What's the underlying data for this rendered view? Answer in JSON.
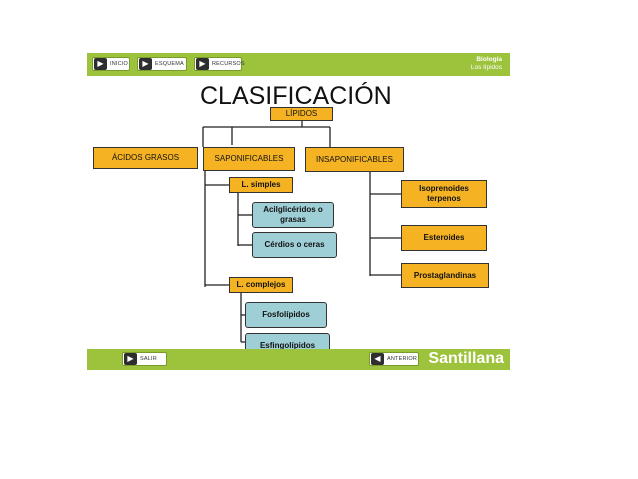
{
  "header": {
    "nav": [
      {
        "label": "INICIO",
        "icon": "play-icon"
      },
      {
        "label": "ESQUEMA",
        "icon": "play-icon"
      },
      {
        "label": "RECURSOS",
        "icon": "play-icon"
      }
    ],
    "subject": "Biología",
    "topic": "Los lípidos"
  },
  "title": "CLASIFICACIÓN",
  "diagram": {
    "root": "LÍPIDOS",
    "acidos_grasos": "ÁCIDOS GRASOS",
    "saponificables": "SAPONIFICABLES",
    "insaponificables": "INSAPONIFICABLES",
    "l_simples": "L. simples",
    "acilgliceridos": "Acilglicéridos o grasas",
    "cerdios": "Cérdios o ceras",
    "l_complejos": "L. complejos",
    "fosfolipidos": "Fosfolípidos",
    "esfingolipidos": "Esfingolípidos",
    "isoprenoides": "Isoprenoides terpenos",
    "esteroides": "Esteroides",
    "prostaglandinas": "Prostaglandinas"
  },
  "footer": {
    "salir": "SALIR",
    "anterior": "ANTERIOR",
    "brand": "Santillana"
  },
  "colors": {
    "bar_green": "#9dc23b",
    "orange_box": "#f5b324",
    "blue_box": "#9fcfd6"
  }
}
